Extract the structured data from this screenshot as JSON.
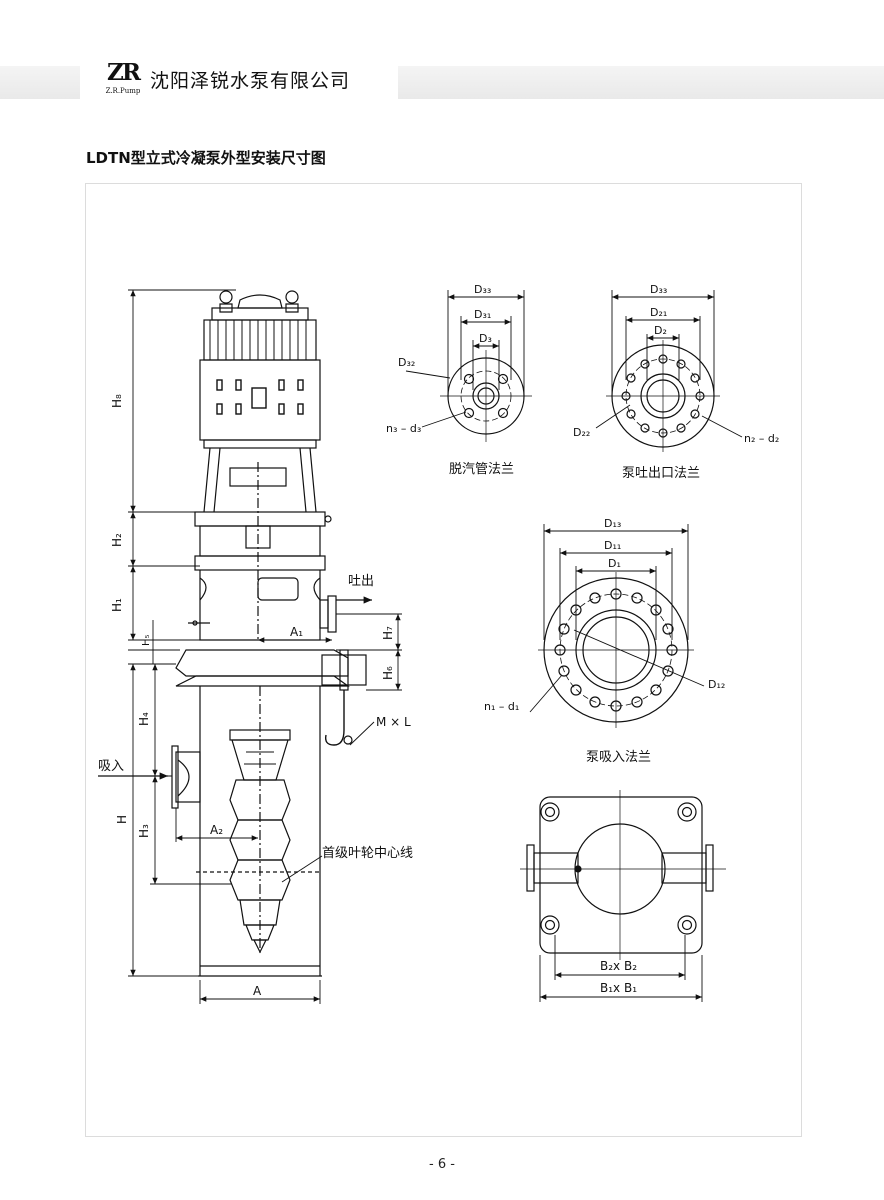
{
  "header": {
    "logo_mark": "ZR",
    "logo_sub": "Z.R.Pump",
    "company": "沈阳泽锐水泵有限公司"
  },
  "title": "LDTN型立式冷凝泵外型安装尺寸图",
  "page_number": "- 6 -",
  "pump_labels": {
    "H8": "H₈",
    "H2": "H₂",
    "H1": "H₁",
    "H5": "H₅",
    "H4": "H₄",
    "H": "H",
    "H3": "H₃",
    "H7": "H₇",
    "H6": "H₆",
    "A1": "A₁",
    "A2": "A₂",
    "A": "A",
    "outlet": "吐出",
    "inlet": "吸入",
    "MxL": "M × L",
    "impeller_centerline": "首级叶轮中心线"
  },
  "flange_vent": {
    "D33": "D₃₃",
    "D31": "D₃₁",
    "D3": "D₃",
    "D32": "D₃₂",
    "n3d3": "n₃ – d₃",
    "caption": "脱汽管法兰"
  },
  "flange_outlet": {
    "D23": "D₃₃",
    "D21": "D₂₁",
    "D2": "D₂",
    "D22": "D₂₂",
    "n2d2": "n₂ – d₂",
    "caption": "泵吐出口法兰"
  },
  "flange_inlet": {
    "D13": "D₁₃",
    "D11": "D₁₁",
    "D1": "D₁",
    "D12": "D₁₂",
    "n1d1": "n₁ – d₁",
    "caption": "泵吸入法兰"
  },
  "base_plate": {
    "B2": "B₂x  B₂",
    "B1": "B₁x  B₁"
  }
}
